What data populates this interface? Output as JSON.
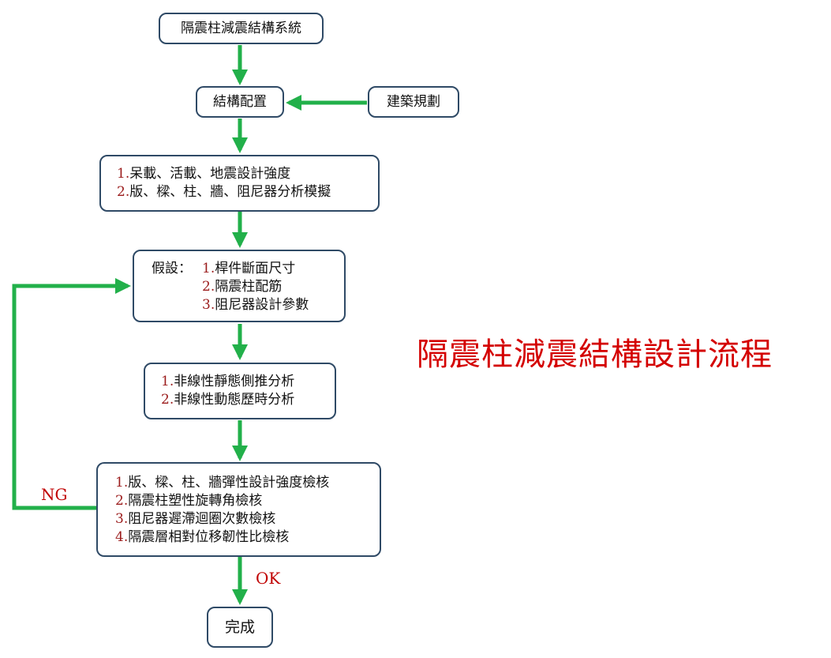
{
  "title": "隔震柱減震結構設計流程",
  "colors": {
    "arrow": "#22b04a",
    "box_border": "#2f4a66",
    "title": "#d40000",
    "number": "#9b1c1c"
  },
  "nodes": {
    "system": "隔震柱減震結構系統",
    "layout": "結構配置",
    "architecture": "建築規劃",
    "loads": {
      "items": [
        {
          "n": "1.",
          "t": "呆載、活載、地震設計強度"
        },
        {
          "n": "2.",
          "t": "版、樑、柱、牆、阻尼器分析模擬"
        }
      ]
    },
    "assume": {
      "label": "假設：",
      "items": [
        {
          "n": "1.",
          "t": "桿件斷面尺寸"
        },
        {
          "n": "2.",
          "t": "隔震柱配筋"
        },
        {
          "n": "3.",
          "t": "阻尼器設計參數"
        }
      ]
    },
    "analysis": {
      "items": [
        {
          "n": "1.",
          "t": "非線性靜態側推分析"
        },
        {
          "n": "2.",
          "t": "非線性動態歷時分析"
        }
      ]
    },
    "checks": {
      "items": [
        {
          "n": "1.",
          "t": "版、樑、柱、牆彈性設計強度檢核"
        },
        {
          "n": "2.",
          "t": "隔震柱塑性旋轉角檢核"
        },
        {
          "n": "3.",
          "t": "阻尼器遲滯迴圈次數檢核"
        },
        {
          "n": "4.",
          "t": "隔震層相對位移韌性比檢核"
        }
      ]
    },
    "done": "完成"
  },
  "labels": {
    "ng": "NG",
    "ok": "OK"
  }
}
